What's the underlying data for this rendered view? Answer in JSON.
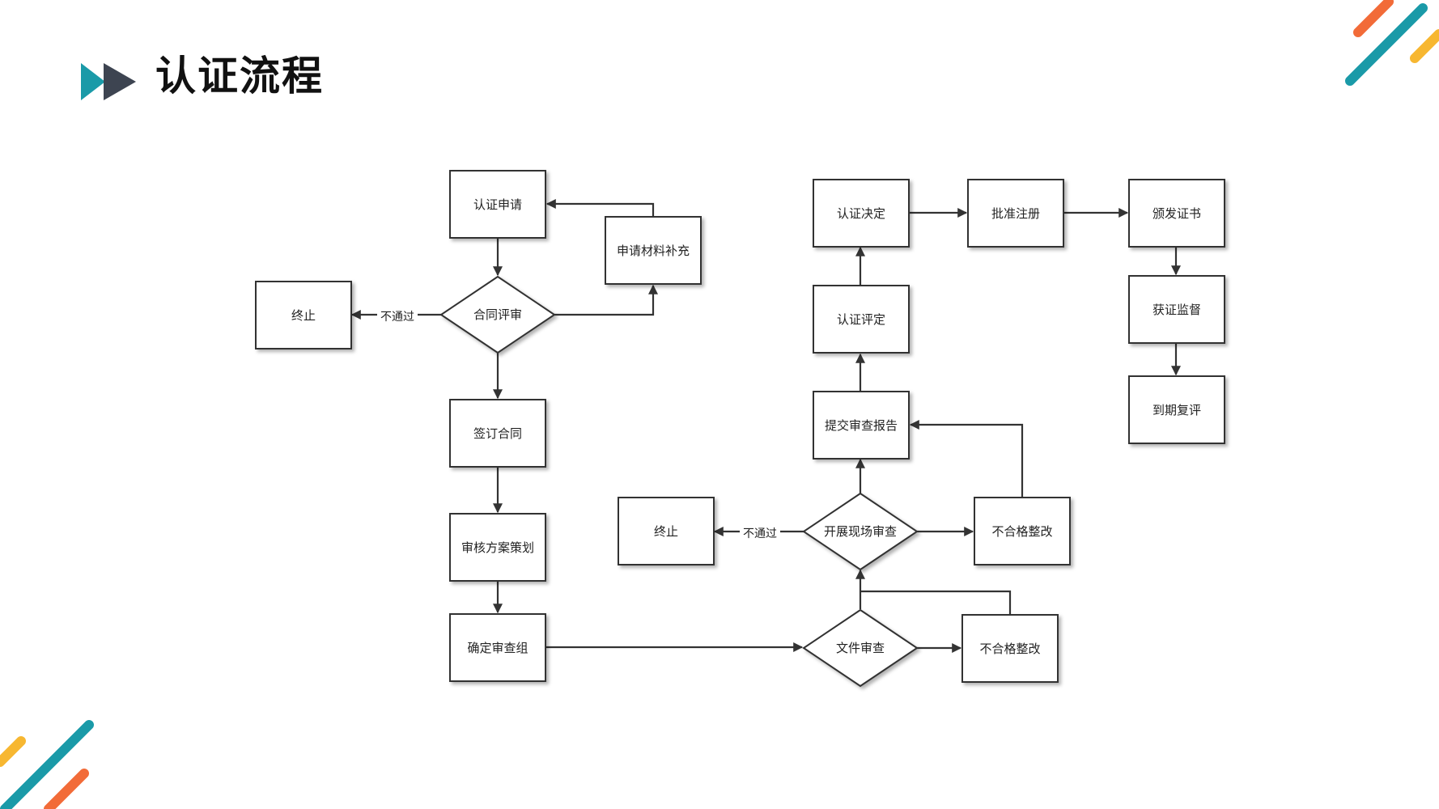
{
  "slide": {
    "title": "认证流程",
    "accent_colors": {
      "teal": "#1a9aa8",
      "navy": "#3d4451",
      "orange": "#f26b38",
      "yellow": "#f7b731"
    },
    "icons": [
      "double-chevron-icon",
      "diagonal-stripes-decoration"
    ]
  },
  "diagram": {
    "nodes": {
      "apply": "认证申请",
      "supplement": "申请材料补充",
      "contract_review": "合同评审",
      "terminate_1": "终止",
      "sign_contract": "签订合同",
      "audit_plan": "审核方案策划",
      "audit_team": "确定审查组",
      "doc_review": "文件审查",
      "rectify_2": "不合格整改",
      "onsite_review": "开展现场审查",
      "terminate_2": "终止",
      "rectify_1": "不合格整改",
      "submit_report": "提交审查报告",
      "evaluate": "认证评定",
      "decision": "认证决定",
      "approve": "批准注册",
      "issue": "颁发证书",
      "supervise": "获证监督",
      "renewal": "到期复评"
    },
    "edge_labels": {
      "reject_1": "不通过",
      "reject_2": "不通过"
    }
  }
}
